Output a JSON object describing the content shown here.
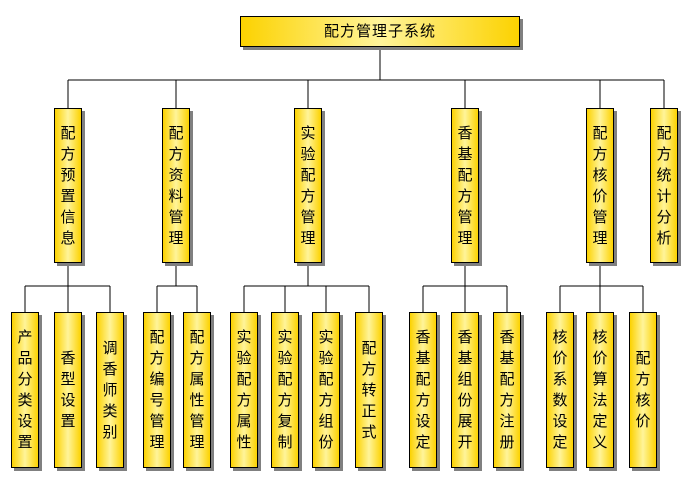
{
  "root": {
    "label": "配方管理子系统"
  },
  "modules": [
    {
      "label": "配方预置信息",
      "children": [
        "产品分类设置",
        "香型设置",
        "调香师类别"
      ]
    },
    {
      "label": "配方资料管理",
      "children": [
        "配方编号管理",
        "配方属性管理"
      ]
    },
    {
      "label": "实验配方管理",
      "children": [
        "实验配方属性",
        "实验配方复制",
        "实验配方组份",
        "配方转正式"
      ]
    },
    {
      "label": "香基配方管理",
      "children": [
        "香基配方设定",
        "香基组份展开",
        "香基配方注册"
      ]
    },
    {
      "label": "配方核价管理",
      "children": [
        "核价系数设定",
        "核价算法定义",
        "配方核价"
      ]
    },
    {
      "label": "配方统计分析",
      "children": []
    }
  ]
}
